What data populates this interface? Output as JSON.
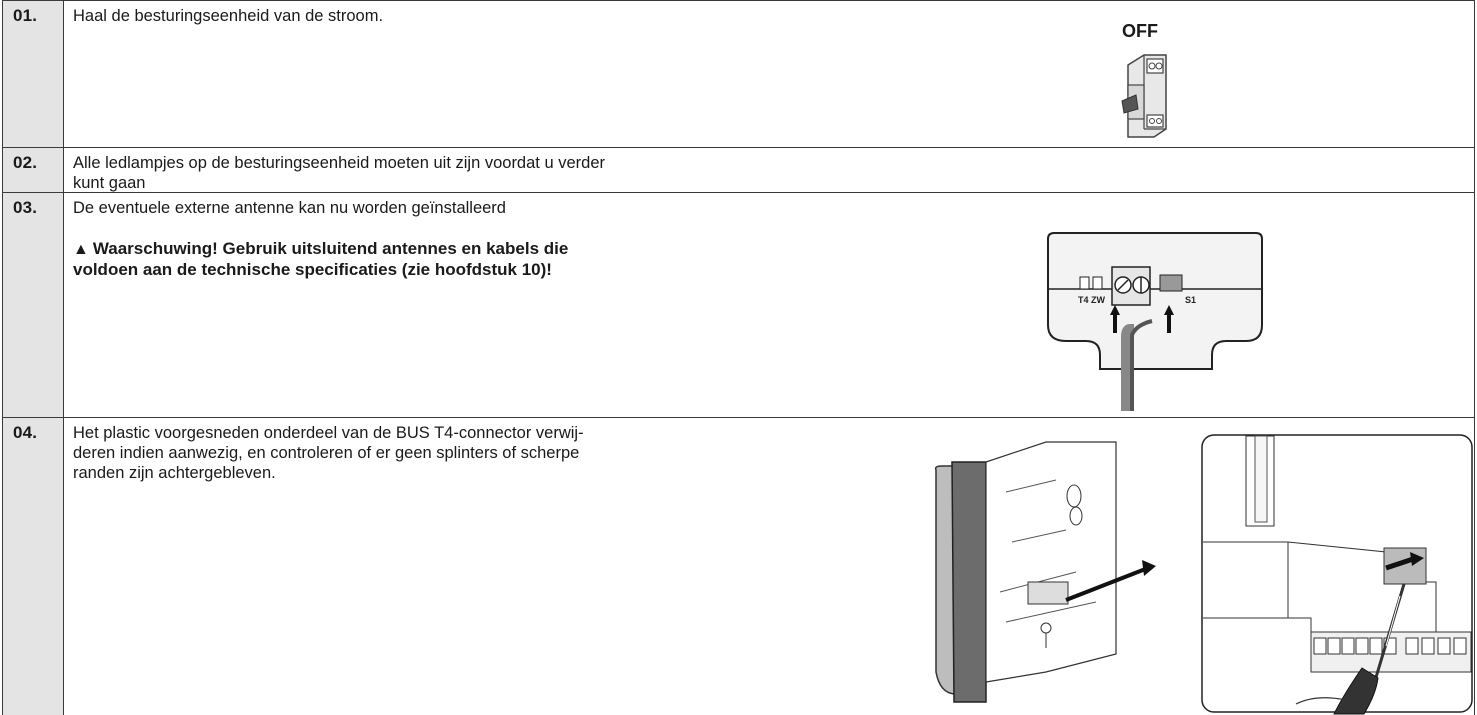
{
  "steps": [
    {
      "number": "01.",
      "text": "Haal de besturingseenheid van de stroom.",
      "figure_label": "OFF"
    },
    {
      "number": "02.",
      "text_line1": "Alle ledlampjes op de besturingseenheid moeten uit zijn voordat u verder",
      "text_line2": "kunt gaan"
    },
    {
      "number": "03.",
      "text": "De eventuele externe antenne kan nu worden geïnstalleerd",
      "warning_icon": "warning-triangle-icon",
      "warning_line1": "Waarschuwing! Gebruik uitsluitend antennes en kabels die",
      "warning_line2": "voldoen aan de technische specificaties (zie hoofdstuk 10)!",
      "terminal_labels": [
        "T4 ZW",
        "S1"
      ]
    },
    {
      "number": "04.",
      "text_line1": "Het plastic voorgesneden onderdeel van de BUS T4-connector verwij-",
      "text_line2": "deren indien aanwezig, en controleren of er geen splinters of scherpe",
      "text_line3": "randen zijn achtergebleven."
    }
  ]
}
